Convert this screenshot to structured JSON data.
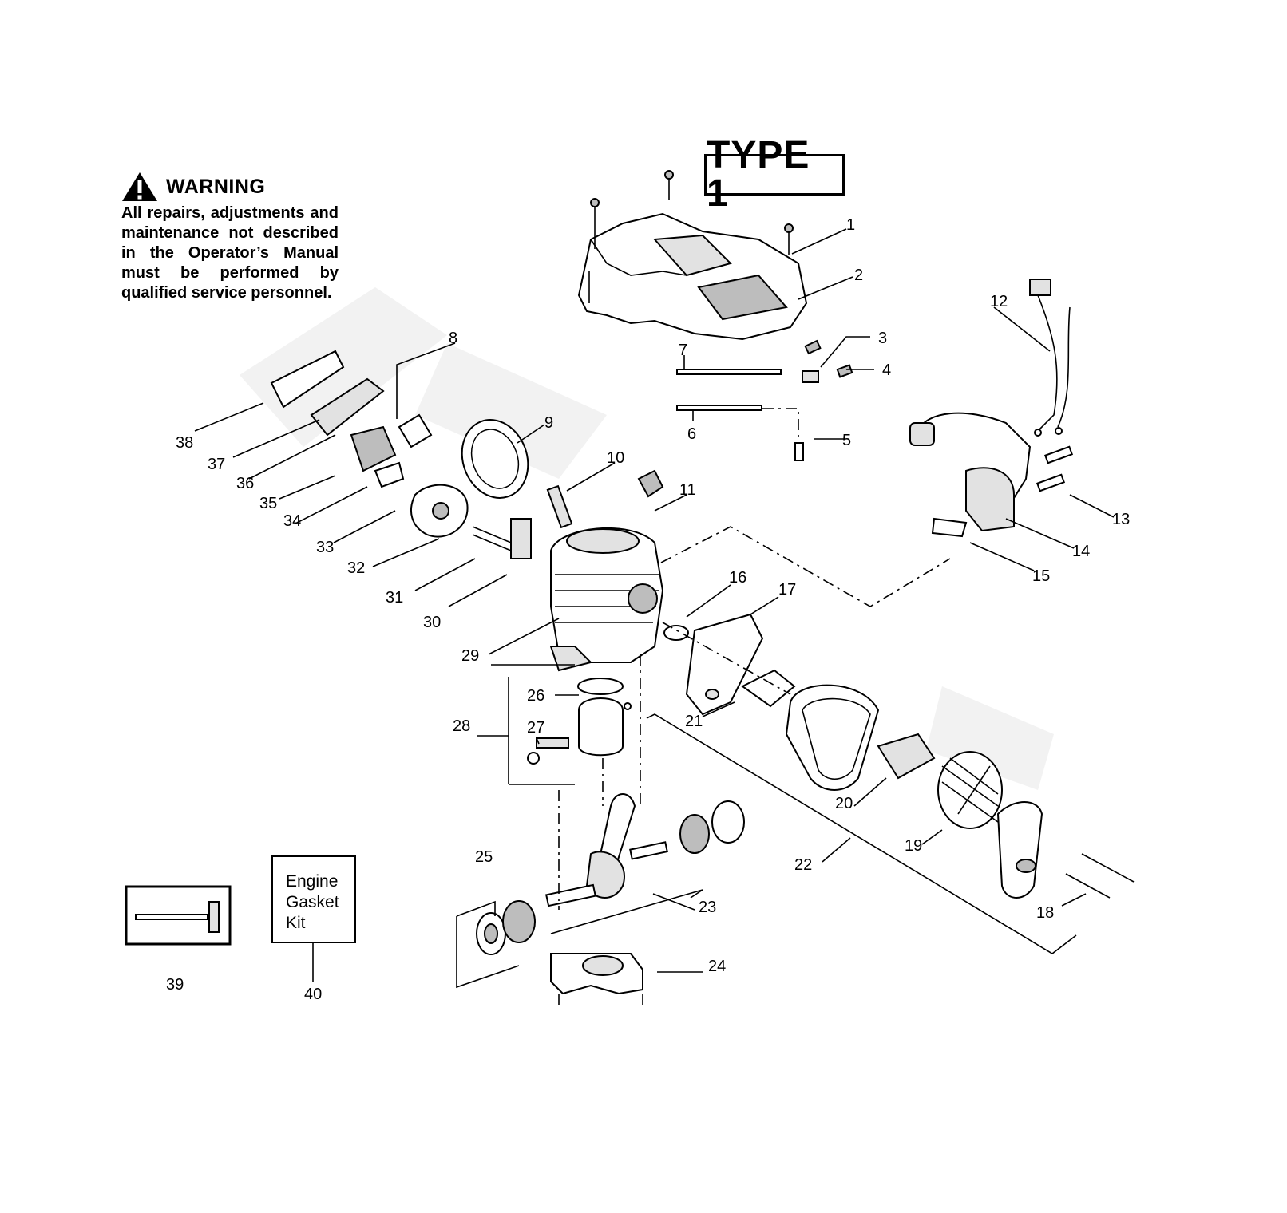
{
  "warning": {
    "title": "WARNING",
    "body": "All repairs, adjustments and maintenance not described in the Operator’s Manual must be performed by qualified service personnel."
  },
  "type_label": "TYPE 1",
  "kit": {
    "lines": [
      "Engine",
      "Gasket",
      "Kit"
    ]
  },
  "callouts": [
    "1",
    "2",
    "3",
    "4",
    "5",
    "6",
    "7",
    "8",
    "9",
    "10",
    "11",
    "12",
    "13",
    "14",
    "15",
    "16",
    "17",
    "18",
    "19",
    "20",
    "21",
    "22",
    "23",
    "24",
    "25",
    "26",
    "27",
    "28",
    "29",
    "30",
    "31",
    "32",
    "33",
    "34",
    "35",
    "36",
    "37",
    "38",
    "39",
    "40"
  ]
}
